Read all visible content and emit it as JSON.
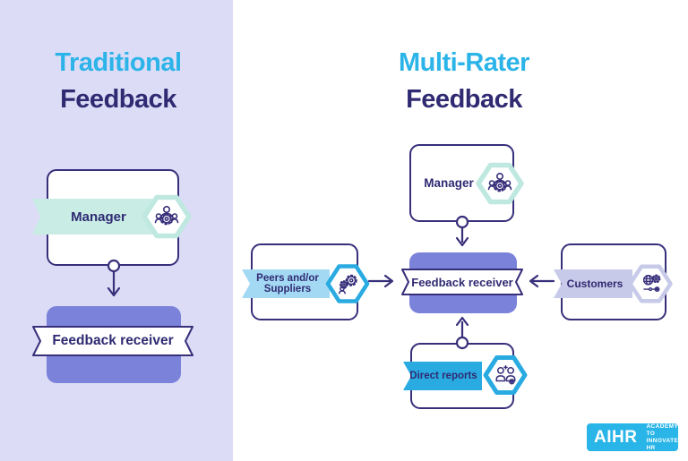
{
  "left_panel": {
    "title_line1": "Traditional",
    "title_line2": "Feedback",
    "manager": {
      "label": "Manager",
      "icon": "team-gear-icon"
    },
    "receiver": {
      "label": "Feedback receiver"
    }
  },
  "right_panel": {
    "title_line1": "Multi-Rater",
    "title_line2": "Feedback",
    "manager": {
      "label": "Manager",
      "icon": "team-gear-icon"
    },
    "peers": {
      "label_line1": "Peers and/or",
      "label_line2": "Suppliers",
      "icon": "gears-person-icon"
    },
    "customers": {
      "label": "Customers",
      "icon": "globe-network-icon"
    },
    "direct_reports": {
      "label": "Direct reports",
      "icon": "people-pair-icon"
    },
    "receiver": {
      "label": "Feedback receiver"
    }
  },
  "logo": {
    "brand": "AIHR",
    "tagline_line1": "ACADEMY TO",
    "tagline_line2": "INNOVATE HR"
  },
  "colors": {
    "left_background": "#dcdcf7",
    "title_cyan": "#2cb4e8",
    "navy": "#2f2a72",
    "outline_purple": "#372f7a",
    "periwinkle": "#7b82d9",
    "mint_ribbon": "#c9ece5",
    "mint_hexagon": "#bfe9e0",
    "sky_ribbon": "#a4d9f4",
    "cyan_accent": "#29abe2",
    "lavender_ribbon": "#c7cae8",
    "logo_blue": "#29b5e8"
  }
}
